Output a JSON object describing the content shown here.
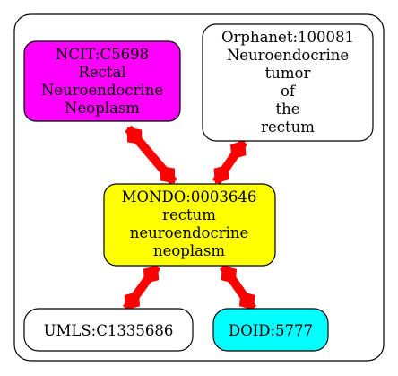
{
  "nodes": {
    "ncit": {
      "lines": [
        "NCIT:C5698",
        "Rectal",
        "Neuroendocrine",
        "Neoplasm"
      ],
      "fill": "#ff00ff"
    },
    "orphanet": {
      "lines": [
        "Orphanet:100081",
        "Neuroendocrine",
        "tumor",
        "of",
        "the",
        "rectum"
      ],
      "fill": "#ffffff"
    },
    "mondo": {
      "lines": [
        "MONDO:0003646",
        "rectum",
        "neuroendocrine",
        "neoplasm"
      ],
      "fill": "#ffff00"
    },
    "umls": {
      "lines": [
        "UMLS:C1335686"
      ],
      "fill": "#ffffff"
    },
    "doid": {
      "lines": [
        "DOID:5777"
      ],
      "fill": "#00ffff"
    }
  },
  "edges": [
    {
      "from": "ncit",
      "to": "mondo"
    },
    {
      "from": "orphanet",
      "to": "mondo"
    },
    {
      "from": "mondo",
      "to": "umls"
    },
    {
      "from": "mondo",
      "to": "doid"
    }
  ],
  "colors": {
    "edge": "#ff0000",
    "border": "#000000"
  }
}
